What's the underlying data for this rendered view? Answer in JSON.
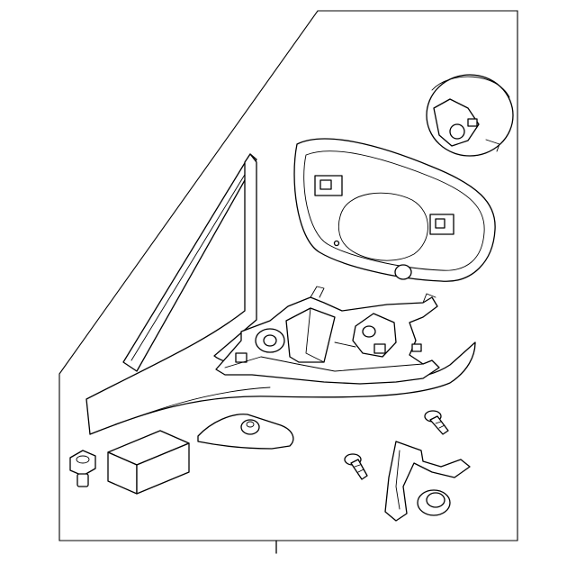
{
  "diagram": {
    "parts": [
      "frame",
      "mirror-glass",
      "housing-base",
      "mirror-frame-assembly",
      "turn-signal-lamp",
      "bolt",
      "foam-pad",
      "gasket",
      "screw",
      "screw",
      "bracket",
      "grommet"
    ]
  }
}
